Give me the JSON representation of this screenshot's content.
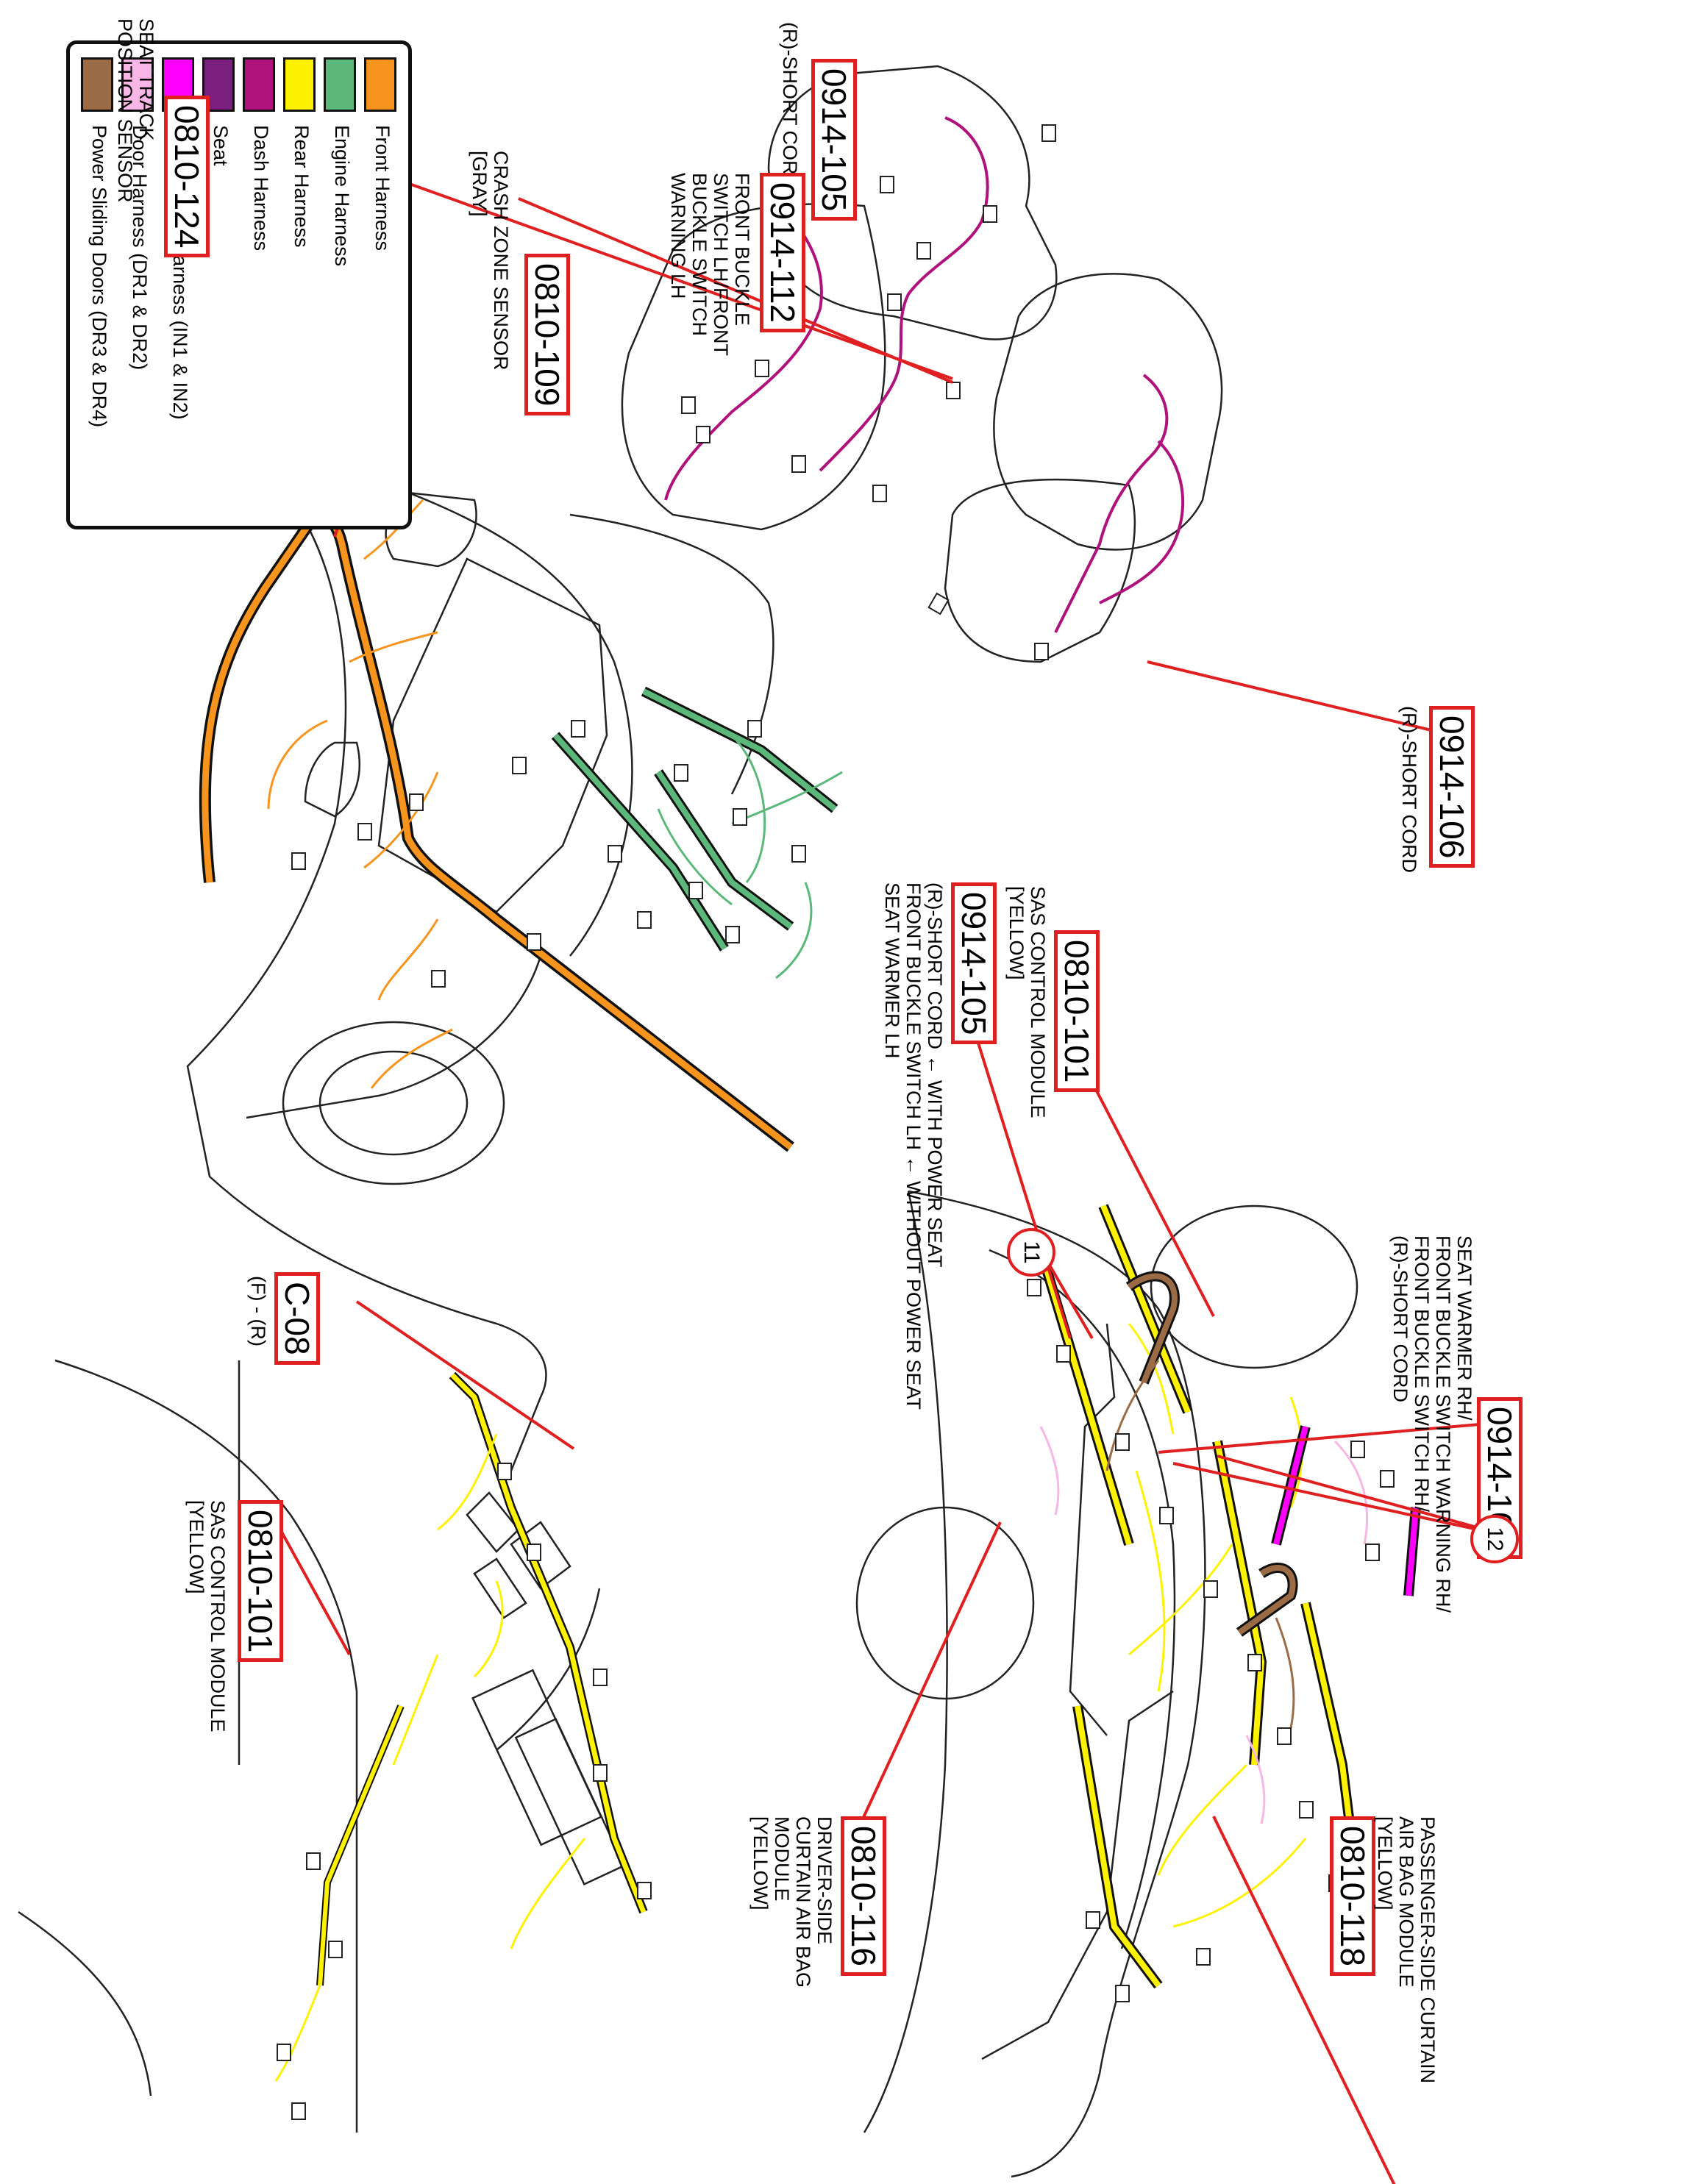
{
  "legend": {
    "items": [
      {
        "label": "Front Harness",
        "color": "#f7941d"
      },
      {
        "label": "Engine Harness",
        "color": "#5cb87a"
      },
      {
        "label": "Rear Harness",
        "color": "#fff200"
      },
      {
        "label": "Dash Harness",
        "color": "#b0127c"
      },
      {
        "label": "Seat",
        "color": "#7b1f7e"
      },
      {
        "label": "Interior Light Harness (IN1 & IN2)",
        "color": "#ff00ff"
      },
      {
        "label": "Door Harness (DR1 & DR2)",
        "color": "#f7b6e6"
      },
      {
        "label": "Power Sliding Doors (DR3 & DR4)",
        "color": "#9b6b45"
      }
    ]
  },
  "callouts": {
    "seat_track": {
      "code": "0810-124",
      "desc": "SEAT TRACK\nPOSITION SENSOR"
    },
    "short_cord_top": {
      "code": "0914-105",
      "desc": "(R)-SHORT CORD"
    },
    "front_buckle_lh": {
      "code": "0914-112",
      "desc": "FRONT BUCKLE\nSWITCH LH/FRONT\nBUCKLE SWITCH\nWARNING LH"
    },
    "crash_zone": {
      "code": "0810-109",
      "desc": "CRASH ZONE SENSOR\n[GRAY]"
    },
    "short_cord_right": {
      "code": "0914-106",
      "desc": "(R)-SHORT CORD"
    },
    "sas_module_right": {
      "code": "0810-101",
      "desc": "SAS CONTROL MODULE\n[YELLOW]"
    },
    "short_cord_mid": {
      "code": "0914-105",
      "desc": "(R)-SHORT CORD ← WITH POWER SEAT\nFRONT BUCKLE SWITCH LH ← WITHOUT POWER SEAT\nSEAT WARMER LH"
    },
    "seat_warmer_rh": {
      "code": "0914-106",
      "desc": "SEAT WARMER RH/\nFRONT BUCKLE SWITCH WARNING RH/\nFRONT BUCKLE SWITCH RH/\n(R)-SHORT CORD"
    },
    "c08": {
      "code": "C-08",
      "desc": "(F) - (R)"
    },
    "sas_module_left": {
      "code": "0810-101",
      "desc": "SAS CONTROL MODULE\n[YELLOW]"
    },
    "driver_curtain": {
      "code": "0810-116",
      "desc": "DRIVER-SIDE\nCURTAIN AIR BAG\nMODULE\n[YELLOW]"
    },
    "passenger_curtain": {
      "code": "0810-118",
      "desc": "PASSENGER-SIDE CURTAIN\nAIR BAG MODULE\n[YELLOW]"
    }
  },
  "markers": {
    "m11": "11",
    "m12": "12"
  }
}
